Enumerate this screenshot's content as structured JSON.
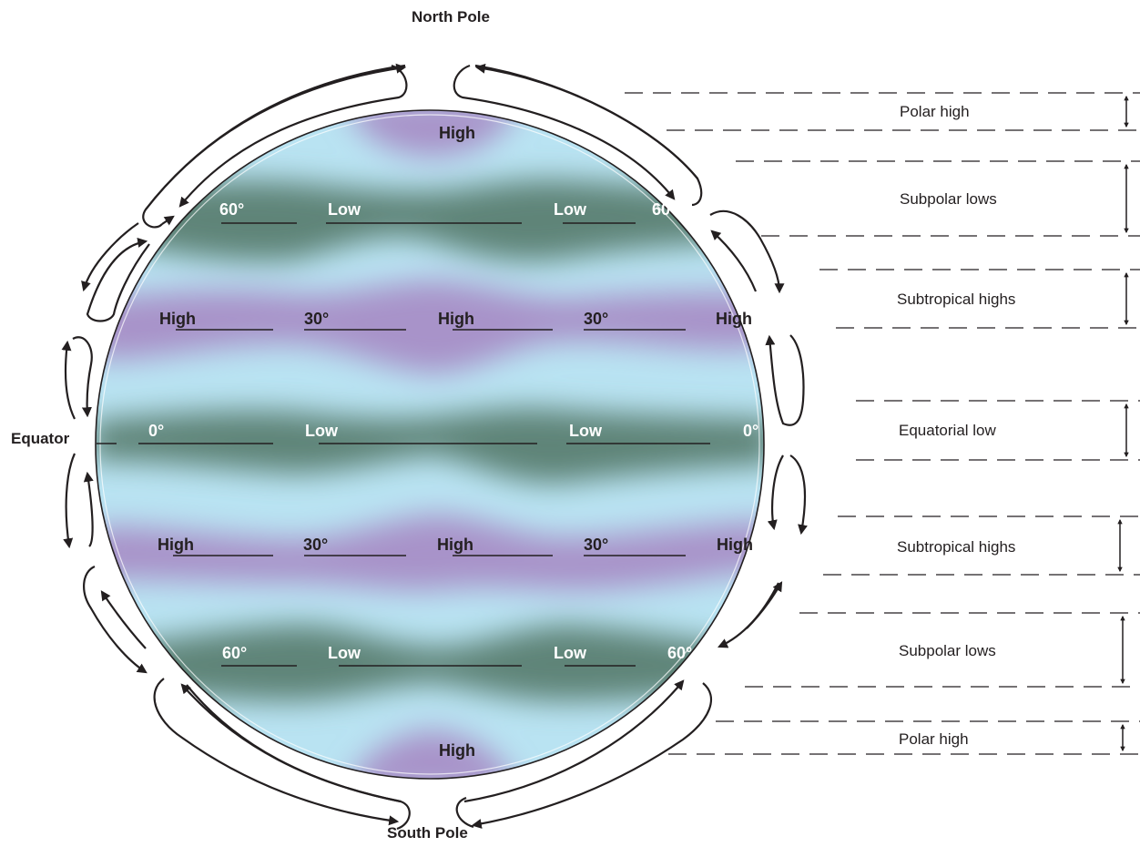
{
  "poles": {
    "north": "North Pole",
    "south": "South Pole"
  },
  "equator_label": "Equator",
  "pressure_bands": [
    {
      "label": "Polar high"
    },
    {
      "label": "Subpolar lows"
    },
    {
      "label": "Subtropical highs"
    },
    {
      "label": "Equatorial low"
    },
    {
      "label": "Subtropical highs"
    },
    {
      "label": "Subpolar lows"
    },
    {
      "label": "Polar high"
    }
  ],
  "zone_labels": {
    "north_polar": "High",
    "north_60": [
      "Low",
      "Low"
    ],
    "north_30": [
      "High",
      "High",
      "High"
    ],
    "equator": [
      "Low",
      "Low"
    ],
    "south_30": [
      "High",
      "High",
      "High"
    ],
    "south_60": [
      "Low",
      "Low"
    ],
    "south_polar": "High"
  },
  "latitude_marks": {
    "north_60": [
      "60°",
      "60°"
    ],
    "north_30": [
      "30°",
      "30°"
    ],
    "equator": [
      "0°",
      "0°"
    ],
    "south_30": [
      "30°",
      "30°"
    ],
    "south_60": [
      "60°",
      "60°"
    ]
  },
  "colors": {
    "high_pressure": "#a893c9",
    "low_pressure": "#5e8478",
    "background_band": "#b9e3f2",
    "ink": "#231f20"
  }
}
